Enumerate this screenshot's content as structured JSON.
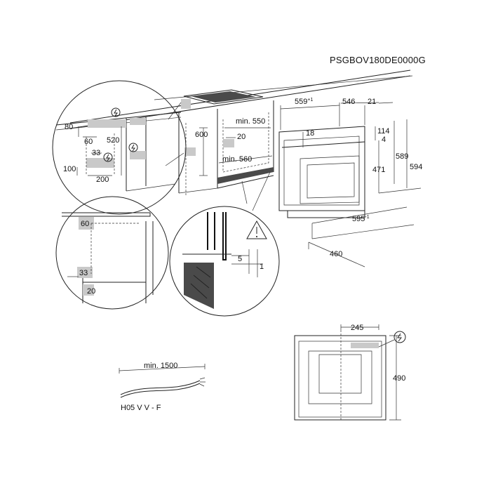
{
  "document_code": "PSGBOV180DE0000G",
  "dimensions": {
    "d80": "80",
    "d60_left": "60",
    "d520": "520",
    "d33_left": "33",
    "d100": "100",
    "d200": "200",
    "d600": "600",
    "min550": "min. 550",
    "d20_top": "20",
    "min560": "min. 560",
    "d559": "559",
    "d559_tol": "+1",
    "d546": "546",
    "d21": "21",
    "d18": "18",
    "d114": "114",
    "d4": "4",
    "d471": "471",
    "d589": "589",
    "d594": "594",
    "d595": "595",
    "d595_tol": "-1",
    "d460": "460",
    "d60_circle": "60",
    "d33_circle": "33",
    "d20_circle": "20",
    "d5": "5",
    "d1": "1",
    "d245": "245",
    "d490": "490",
    "min1500": "min. 1500"
  },
  "cable_type": "H05 V V - F",
  "symbols": {
    "power": "lightning-icon",
    "warning": "warning-triangle-icon"
  }
}
